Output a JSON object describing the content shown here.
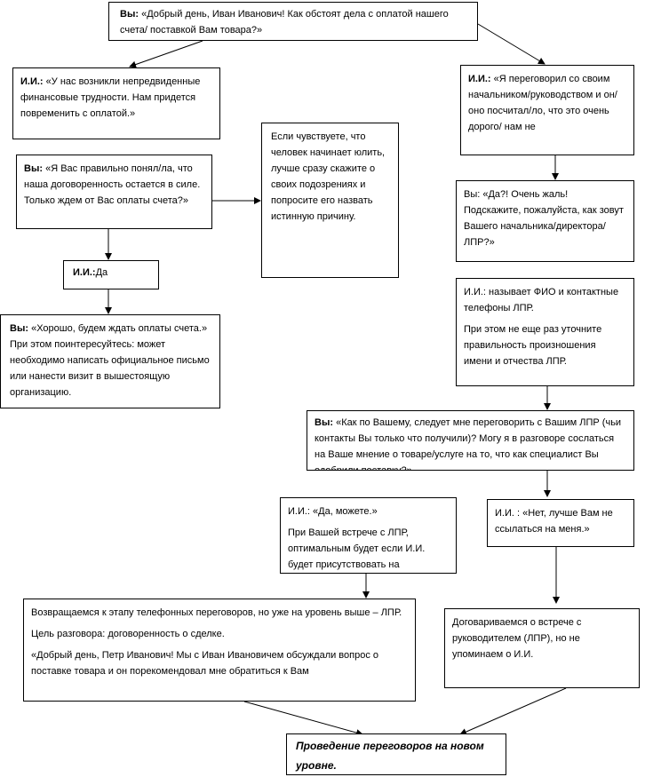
{
  "nodes": {
    "n1": {
      "speaker": "Вы:",
      "text": "«Добрый день, Иван Иванович! Как обстоят дела с оплатой нашего счета/ поставкой Вам товара?»"
    },
    "n2": {
      "speaker": "И.И.:",
      "text": "«У нас возникли непредвиденные финансовые трудности. Нам придется повременить с оплатой.»"
    },
    "n3": {
      "speaker": "И.И.:",
      "text": "«Я переговорил со своим начальником/руководством и он/оно посчитал/ло, что это очень дорого/ нам не"
    },
    "n4": {
      "speaker": "Вы:",
      "text": "«Я Вас правильно понял/ла, что наша договоренность остается в силе. Только ждем от Вас оплаты счета?»"
    },
    "n5": {
      "text": "Если чувствуете, что человек начинает юлить, лучше сразу скажите о своих подозрениях и попросите его назвать истинную причину."
    },
    "n6": {
      "text": "Вы: «Да?! Очень жаль! Подскажите, пожалуйста, как зовут Вашего начальника/директора/ЛПР?»"
    },
    "n7": {
      "speaker": "И.И.:",
      "text": "Да"
    },
    "n8": {
      "speaker": "Вы:",
      "text": "«Хорошо, будем ждать оплаты счета.» При этом поинтересуйтесь: может необходимо написать официальное письмо или нанести визит в вышестоящую организацию."
    },
    "n9": {
      "p1": "И.И.: называет ФИО и контактные телефоны ЛПР.",
      "p2": "При этом не еще раз уточните правильность произношения имени и отчества ЛПР."
    },
    "n10": {
      "speaker": "Вы:",
      "text": "«Как по Вашему, следует мне переговорить с Вашим ЛПР (чьи контакты Вы только что получили)? Могу я в разговоре сослаться на Ваше мнение о товаре/услуге на то, что как специалист Вы одобрили поставку?»"
    },
    "n11": {
      "p1": "И.И.: «Да, можете.»",
      "p2": "При Вашей встрече с ЛПР, оптимальным будет если И.И. будет присутствовать на"
    },
    "n12": {
      "text": "И.И. : «Нет, лучше Вам не ссылаться на меня.»"
    },
    "n13": {
      "p1": "Возвращаемся к этапу телефонных переговоров, но уже на уровень выше – ЛПР.",
      "p2": "Цель разговора: договоренность о сделке.",
      "p3": "«Добрый день, Петр Иванович! Мы с Иван Ивановичем обсуждали вопрос о поставке товара и он порекомендовал мне обратиться к Вам"
    },
    "n14": {
      "text": "Договариваемся о встрече с руководителем (ЛПР), но не упоминаем о И.И."
    },
    "n15": {
      "text": "Проведение переговоров на новом уровне."
    }
  }
}
